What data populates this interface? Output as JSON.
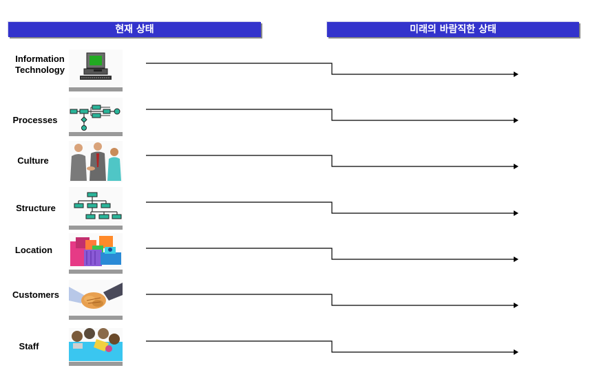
{
  "headers": {
    "current_state": "현재 상태",
    "future_state": "미래의 바람직한 상태"
  },
  "rows": [
    {
      "label_lines": [
        "Information",
        "Technology"
      ],
      "icon": "computer-icon"
    },
    {
      "label_lines": [
        "Processes"
      ],
      "icon": "process-flow-icon"
    },
    {
      "label_lines": [
        "Culture"
      ],
      "icon": "people-handshake-icon"
    },
    {
      "label_lines": [
        "Structure"
      ],
      "icon": "org-chart-icon"
    },
    {
      "label_lines": [
        "Location"
      ],
      "icon": "buildings-icon"
    },
    {
      "label_lines": [
        "Customers"
      ],
      "icon": "handshake-icon"
    },
    {
      "label_lines": [
        "Staff"
      ],
      "icon": "team-meeting-icon"
    }
  ],
  "colors": {
    "header_bg": "#3333cc",
    "header_text": "#ffffff",
    "connector": "#000000"
  }
}
